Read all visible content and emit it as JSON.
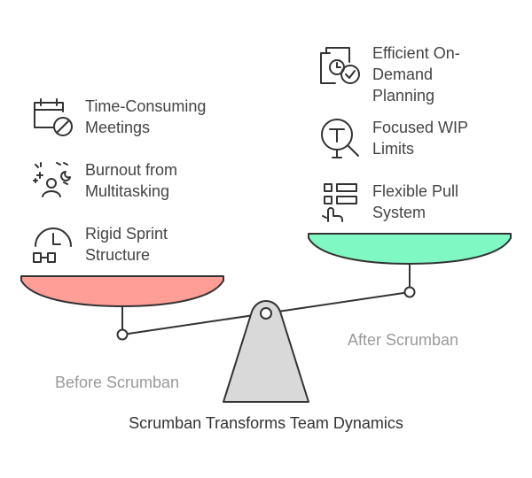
{
  "title": "Scrumban Transforms Team Dynamics",
  "before": {
    "label": "Before Scrumban",
    "items": [
      {
        "text": "Time-Consuming\nMeetings",
        "icon": "calendar-blocked-icon"
      },
      {
        "text": "Burnout from\nMultitasking",
        "icon": "stressed-person-icon"
      },
      {
        "text": "Rigid Sprint\nStructure",
        "icon": "clock-workflow-icon"
      }
    ],
    "pan_color": "#ff9e97"
  },
  "after": {
    "label": "After Scrumban",
    "items": [
      {
        "text": "Efficient On-\nDemand\nPlanning",
        "icon": "schedule-check-icon"
      },
      {
        "text": "Focused WIP\nLimits",
        "icon": "magnifier-text-icon"
      },
      {
        "text": "Flexible Pull\nSystem",
        "icon": "hand-pull-icon"
      }
    ],
    "pan_color": "#7ff8c3"
  },
  "fulcrum_color": "#d9d9d9",
  "stroke_color": "#333333"
}
